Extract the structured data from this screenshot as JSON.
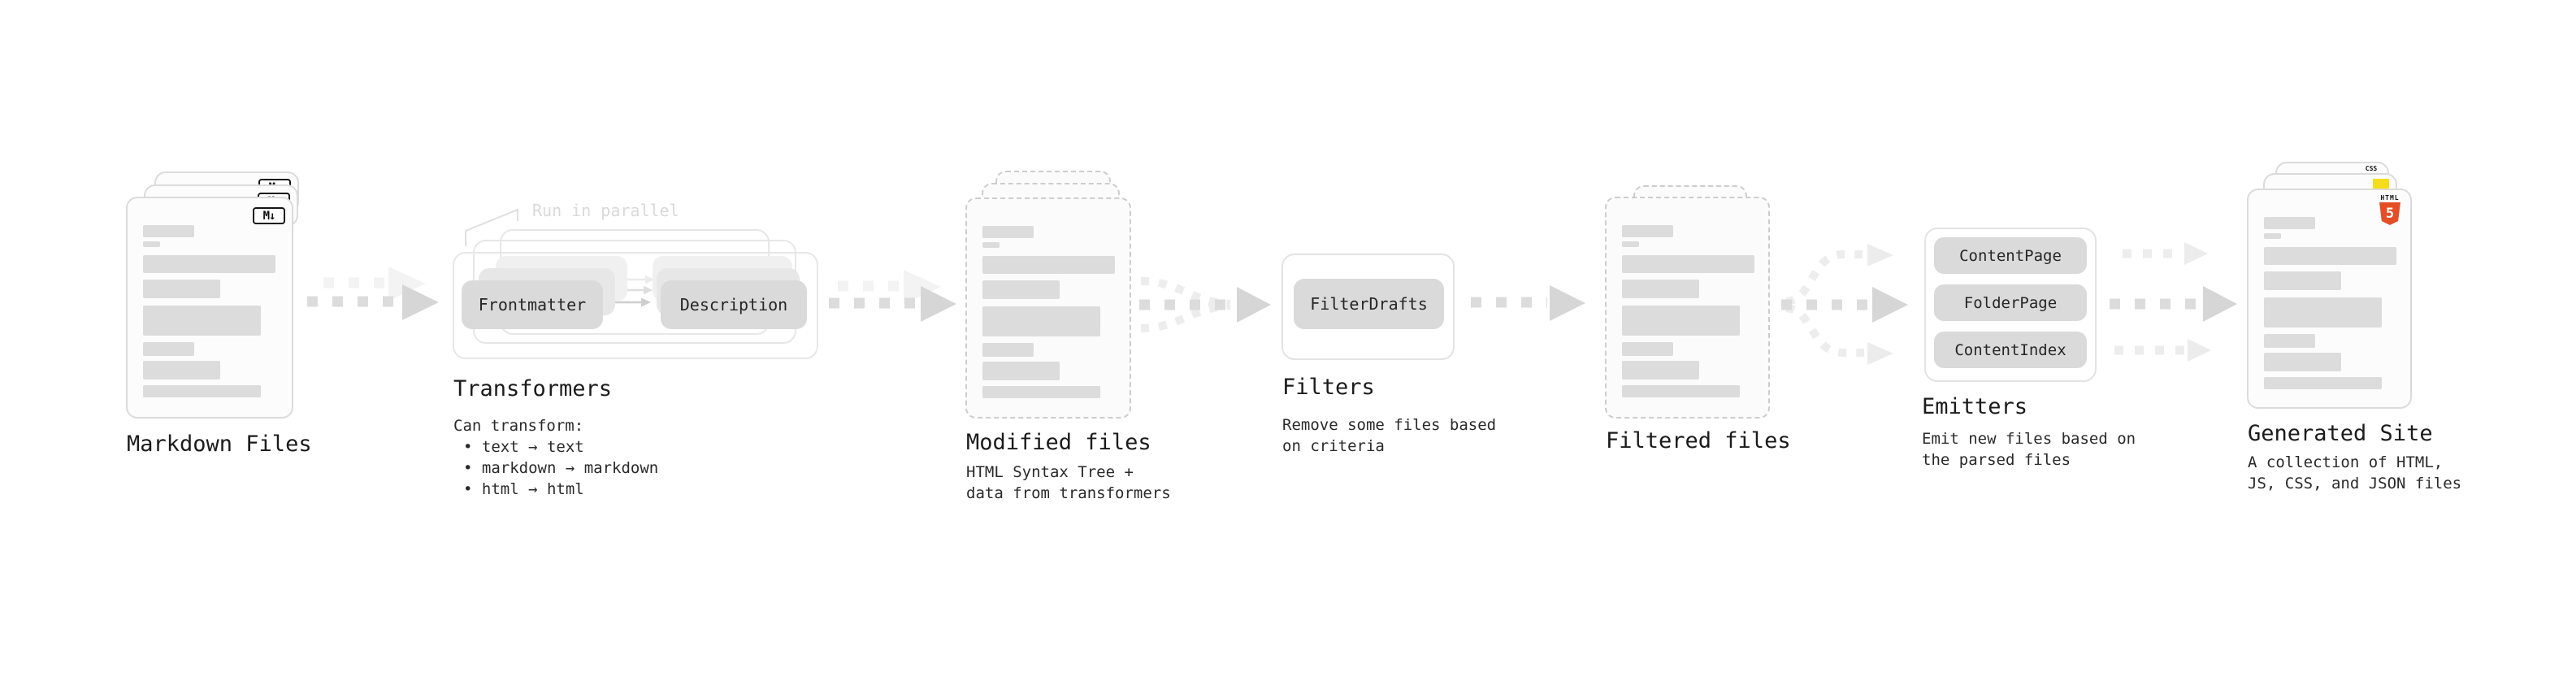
{
  "stages": {
    "markdown": {
      "title": "Markdown Files",
      "file_badge": "M↓"
    },
    "transformers": {
      "title": "Transformers",
      "annotation": "Run in parallel",
      "button_left": "Frontmatter",
      "button_right": "Description",
      "desc_heading": "Can transform:",
      "bullets": [
        "• text → text",
        "• markdown → markdown",
        "• html → html"
      ]
    },
    "modified": {
      "title": "Modified files",
      "desc": "HTML Syntax Tree +\ndata from transformers"
    },
    "filters": {
      "title": "Filters",
      "button": "FilterDrafts",
      "desc": "Remove some files based\non criteria"
    },
    "filtered": {
      "title": "Filtered files"
    },
    "emitters": {
      "title": "Emitters",
      "buttons": [
        "ContentPage",
        "FolderPage",
        "ContentIndex"
      ],
      "desc": "Emit new files based on\nthe parsed files"
    },
    "site": {
      "title": "Generated Site",
      "desc": "A collection of HTML,\nJS, CSS, and JSON files",
      "html_badge_word": "HTML",
      "html_badge_number": "5",
      "css_badge": "CSS"
    }
  },
  "colors": {
    "background": "#ffffff",
    "card_border": "#dbdbdb",
    "dashed_border": "#cdcdcd",
    "skeleton_bar": "#dcdcdc",
    "button_fill": "#dadada",
    "arrow_dark": "#dcdcdc",
    "arrow_light": "#f3f3f3",
    "annotation_text": "#d9d9d9",
    "title_text": "#1b1b1b",
    "markdown_badge": "#111111",
    "html5_orange": "#e44d26",
    "js_yellow": "#f5de19",
    "css_blue": "#2a6df5"
  }
}
